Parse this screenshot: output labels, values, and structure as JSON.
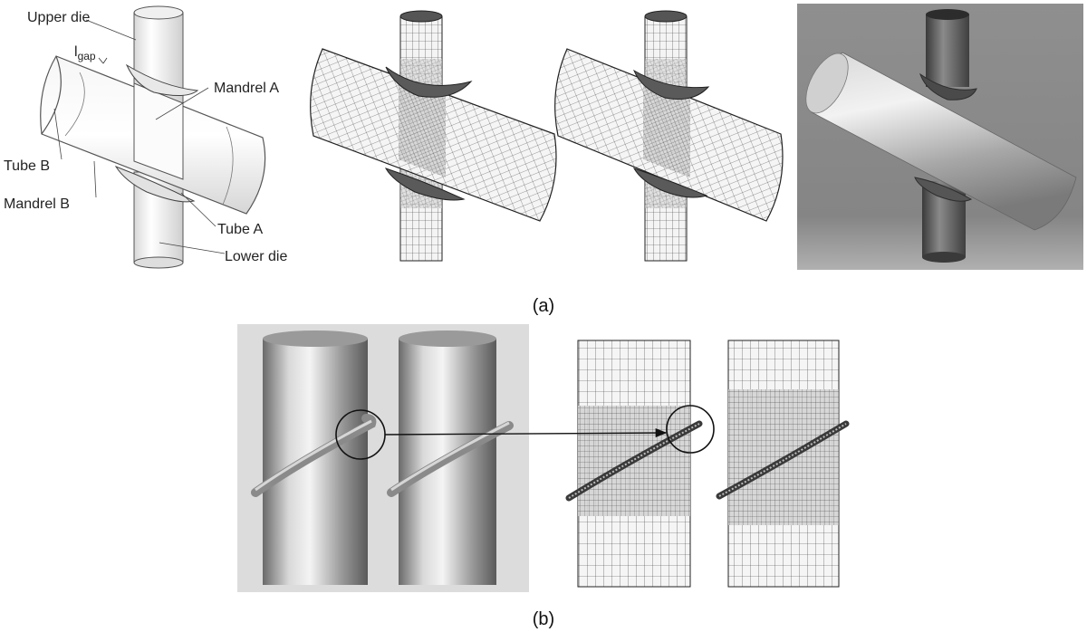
{
  "panel_a": {
    "caption": "(a)",
    "labels": {
      "upper_die": "Upper die",
      "gap_main": "l",
      "gap_sub": "gap",
      "mandrel_a": "Mandrel A",
      "tube_b": "Tube B",
      "mandrel_b": "Mandrel B",
      "tube_a": "Tube A",
      "lower_die": "Lower die"
    }
  },
  "panel_b": {
    "caption": "(b)"
  },
  "colors": {
    "outline": "#444444",
    "photo_background_a": "#8c8c8c",
    "photo_background_b": "#dcdcdc",
    "metal_light": "#e6e6e6",
    "metal_dark": "#6f6f6f",
    "mesh_line": "#333333"
  }
}
